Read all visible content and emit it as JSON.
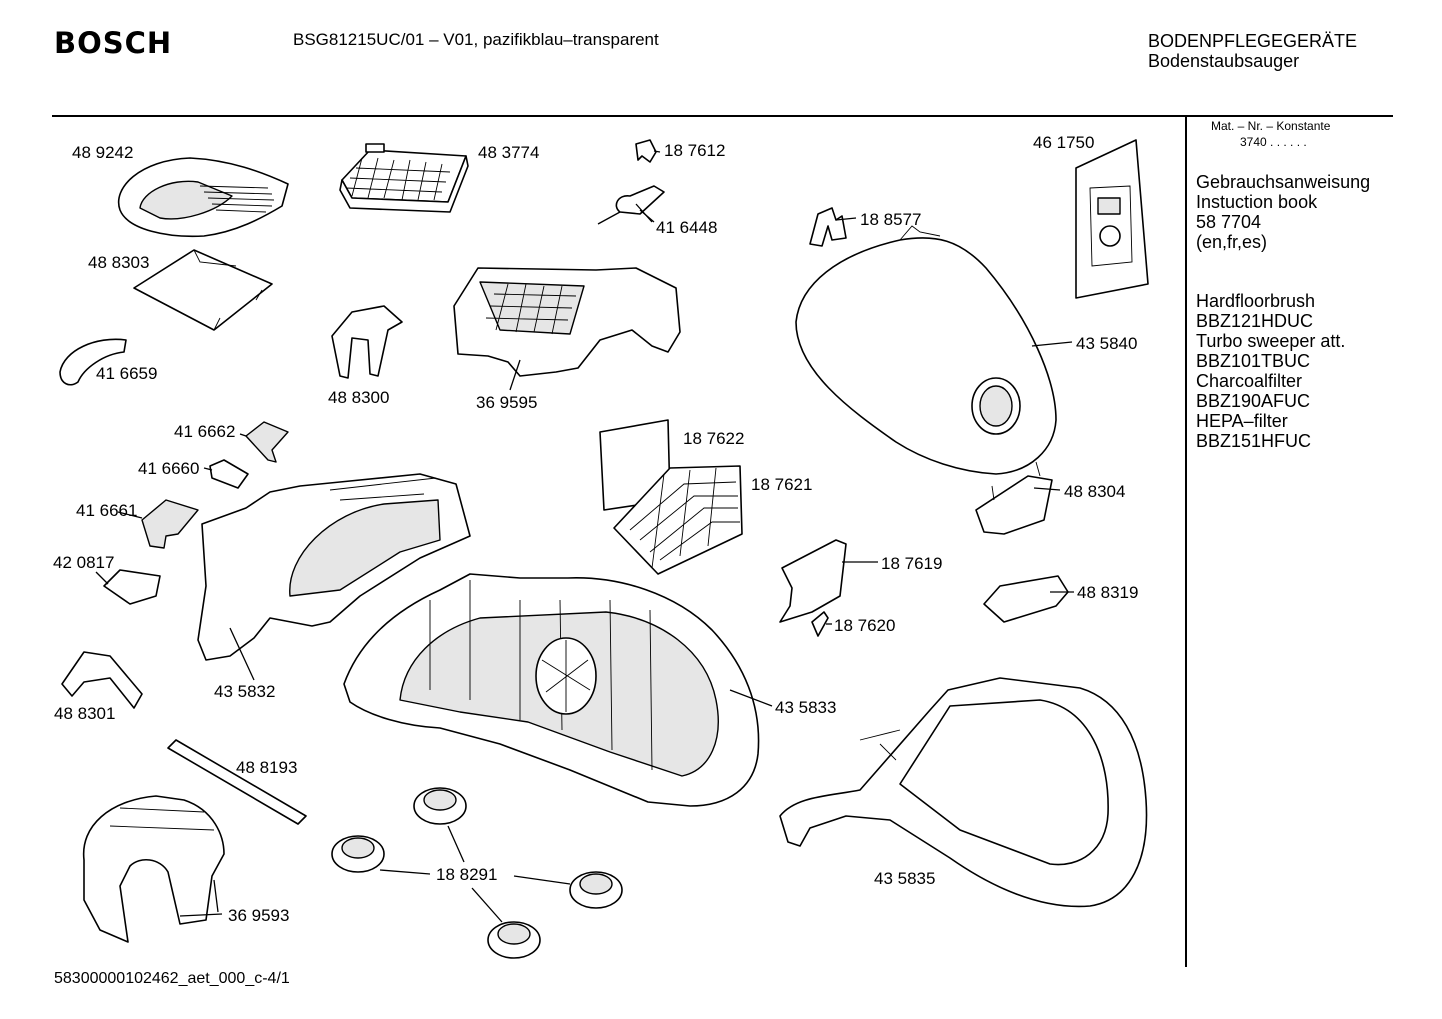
{
  "header": {
    "brand": "BOSCH",
    "model": "BSG81215UC/01 – V01, pazifikblau–transparent",
    "category": "BODENPFLEGEGERÄTE",
    "subcategory": "Bodenstaubsauger"
  },
  "sidebar": {
    "mat_label": "Mat. – Nr. – Konstante",
    "mat_value": "3740  .  .  .  .  .  .",
    "instructions": [
      "Gebrauchsanweisung",
      "Instuction book",
      "58 7704",
      "(en,fr,es)"
    ],
    "accessories": [
      "Hardfloorbrush",
      "BBZ121HDUC",
      "Turbo sweeper att.",
      "BBZ101TBUC",
      "Charcoalfilter",
      "BBZ190AFUC",
      "HEPA–filter",
      "BBZ151HFUC"
    ]
  },
  "parts": {
    "p489242": "48 9242",
    "p483774": "48 3774",
    "p187612": "18 7612",
    "p461750": "46 1750",
    "p416448": "41 6448",
    "p188577": "18 8577",
    "p488303": "48 8303",
    "p435840": "43 5840",
    "p416659": "41 6659",
    "p488300": "48 8300",
    "p369595": "36 9595",
    "p416662": "41 6662",
    "p187622": "18 7622",
    "p416660": "41 6660",
    "p187621": "18 7621",
    "p488304": "48 8304",
    "p416661": "41 6661",
    "p420817": "42 0817",
    "p187619": "18 7619",
    "p488319": "48 8319",
    "p187620": "18 7620",
    "p435832": "43 5832",
    "p488301": "48 8301",
    "p435833": "43 5833",
    "p488193": "48 8193",
    "p188291": "18 8291",
    "p435835": "43 5835",
    "p369593": "36 9593"
  },
  "footer": {
    "code": "58300000102462_aet_000_c-4/1"
  }
}
